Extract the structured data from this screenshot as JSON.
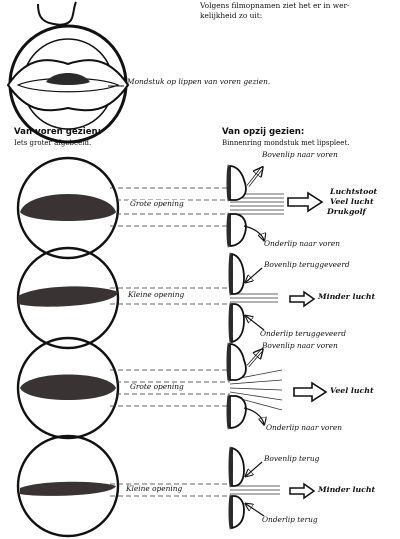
{
  "intro": {
    "line1": "Volgens filmopnamen ziet het er in wer-",
    "line2": "kelijkheid zo uit:"
  },
  "top_caption": "Mondstuk op lippen van voren gezien.",
  "front_view": {
    "title": "Van voren gezien:",
    "subtitle": "Iets groter afgebeeld."
  },
  "side_view": {
    "title": "Van opzij gezien:",
    "subtitle": "Binnenring mondstuk met lipspleet."
  },
  "panels": [
    {
      "opening": "Grote opening",
      "upper": "Bovenlip naar voren",
      "lower": "Onderlip naar voren",
      "result": [
        "Luchtstoot",
        "Veel lucht",
        "Drukgolf"
      ]
    },
    {
      "opening": "Kleine opening",
      "upper": "Bovenlip teruggeveerd",
      "lower": "Onderlip teruggeveerd",
      "result": [
        "Minder lucht"
      ]
    },
    {
      "opening": "Grote opening",
      "upper": "Bovenlip naar voren",
      "lower": "Onderlip naar voren",
      "result": [
        "Veel lucht"
      ]
    },
    {
      "opening": "Kleine opening",
      "upper": "Bovenlip terug",
      "lower": "Onderlip terug",
      "result": [
        "Minder lucht"
      ]
    }
  ]
}
